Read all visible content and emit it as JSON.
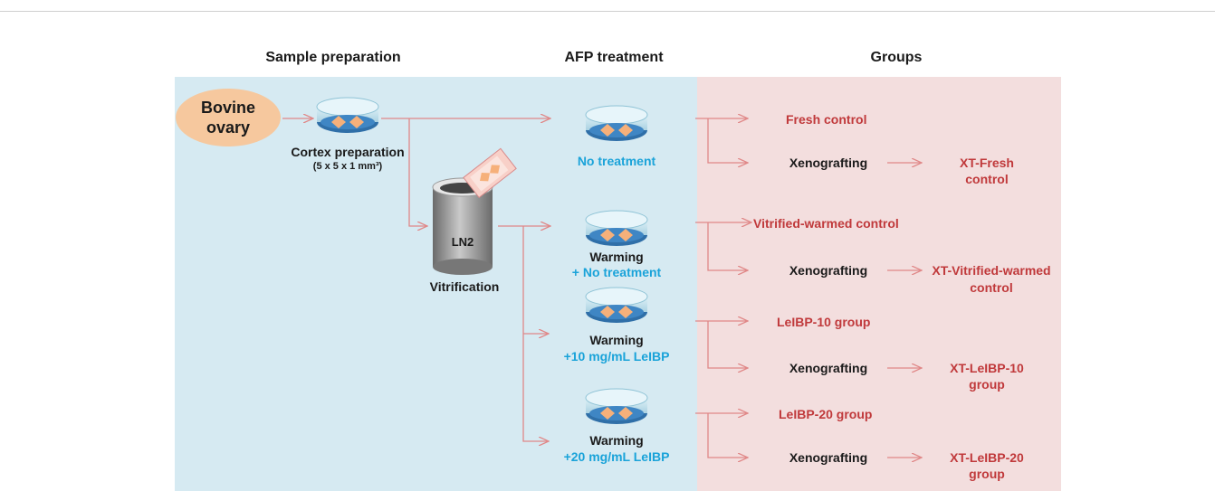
{
  "headers": {
    "sample_preparation": "Sample preparation",
    "afp_treatment": "AFP treatment",
    "groups": "Groups"
  },
  "sample": {
    "bovine_line1": "Bovine",
    "bovine_line2": "ovary",
    "cortex_label": "Cortex preparation",
    "cortex_dims": "(5 x 5 x 1 mm³)",
    "ln2_label": "LN2",
    "vitrification_label": "Vitrification"
  },
  "treatments": [
    {
      "line1": "",
      "line2": "No treatment"
    },
    {
      "line1": "Warming",
      "line2": "+ No treatment"
    },
    {
      "line1": "Warming",
      "line2": "+10 mg/mL LeIBP"
    },
    {
      "line1": "Warming",
      "line2": "+20 mg/mL LeIBP"
    }
  ],
  "groups": {
    "fresh_control": "Fresh control",
    "vitrified_control": "Vitrified-warmed control",
    "leibp10_group": "LeIBP-10 group",
    "leibp20_group": "LeIBP-20 group",
    "xenografting": "Xenografting",
    "xt_fresh_1": "XT-Fresh",
    "xt_fresh_2": "control",
    "xt_vitrified_1": "XT-Vitrified-warmed",
    "xt_vitrified_2": "control",
    "xt_leibp10_1": "XT-LeIBP-10",
    "xt_leibp10_2": "group",
    "xt_leibp20_1": "XT-LeIBP-20",
    "xt_leibp20_2": "group"
  },
  "colors": {
    "blue_panel": "#d6eaf2",
    "pink_panel": "#f3dede",
    "arrow": "#e08888",
    "bovine_fill": "#f6c89e",
    "treatment_text": "#1aa3d9",
    "group_text": "#c0393b"
  }
}
